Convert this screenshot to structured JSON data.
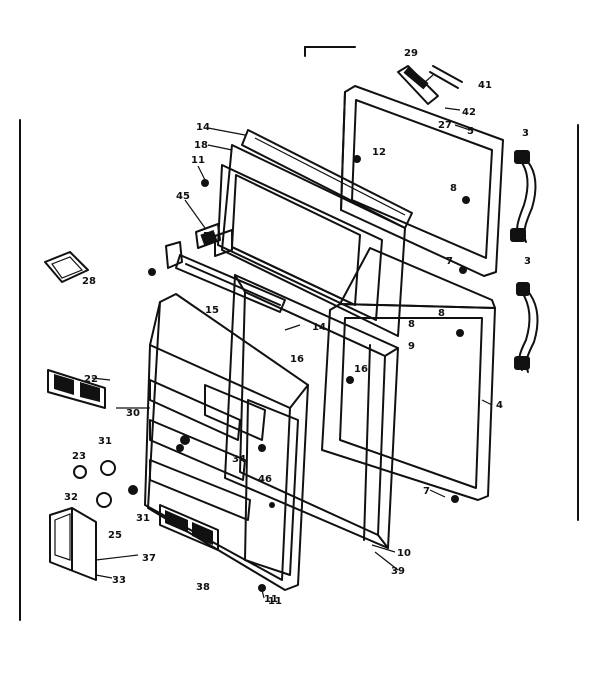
{
  "labels": [
    {
      "id": "l1",
      "text": "14"
    },
    {
      "id": "l2",
      "text": "18"
    },
    {
      "id": "l3",
      "text": "11"
    },
    {
      "id": "l4",
      "text": "45"
    },
    {
      "id": "l5",
      "text": "28"
    },
    {
      "id": "l6",
      "text": "15"
    },
    {
      "id": "l7",
      "text": "16"
    },
    {
      "id": "l8",
      "text": "22"
    },
    {
      "id": "l9",
      "text": "30"
    },
    {
      "id": "l10",
      "text": "31"
    },
    {
      "id": "l11",
      "text": "23"
    },
    {
      "id": "l12",
      "text": "32"
    },
    {
      "id": "l13",
      "text": "25"
    },
    {
      "id": "l14",
      "text": "31"
    },
    {
      "id": "l15",
      "text": "33"
    },
    {
      "id": "l16",
      "text": "37"
    },
    {
      "id": "l17",
      "text": "38"
    },
    {
      "id": "l18",
      "text": "11"
    },
    {
      "id": "l19",
      "text": "34"
    },
    {
      "id": "l20",
      "text": "46"
    },
    {
      "id": "l21",
      "text": "14"
    },
    {
      "id": "l22",
      "text": "16"
    },
    {
      "id": "l23",
      "text": "10"
    },
    {
      "id": "l24",
      "text": "39"
    },
    {
      "id": "l25",
      "text": "7"
    },
    {
      "id": "l26",
      "text": "4"
    },
    {
      "id": "l27",
      "text": "8"
    },
    {
      "id": "l28",
      "text": "3"
    },
    {
      "id": "l29",
      "text": "8"
    },
    {
      "id": "l30",
      "text": "9"
    },
    {
      "id": "l31",
      "text": "29"
    },
    {
      "id": "l32",
      "text": "41"
    },
    {
      "id": "l33",
      "text": "42"
    },
    {
      "id": "l34",
      "text": "27"
    },
    {
      "id": "l35",
      "text": "5"
    },
    {
      "id": "l36",
      "text": "3"
    },
    {
      "id": "l37",
      "text": "12"
    },
    {
      "id": "l38",
      "text": "8"
    },
    {
      "id": "l39",
      "text": "7"
    },
    {
      "id": "l40",
      "text": "11"
    }
  ]
}
